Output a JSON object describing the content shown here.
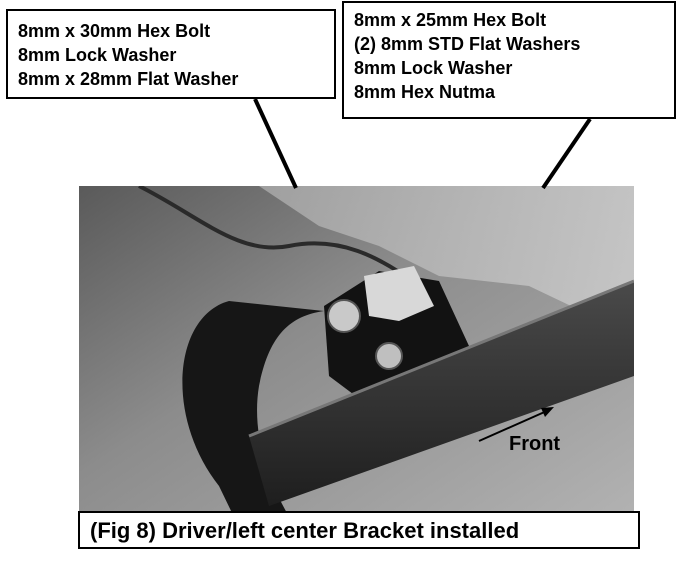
{
  "callouts": {
    "left": {
      "lines": [
        "8mm x 30mm Hex Bolt",
        "8mm Lock Washer",
        "8mm x 28mm  Flat Washer"
      ]
    },
    "right": {
      "lines": [
        "8mm x 25mm Hex Bolt",
        "(2) 8mm STD Flat Washers",
        "8mm Lock Washer",
        "8mm Hex Nutma"
      ]
    }
  },
  "photo": {
    "front_label": "Front"
  },
  "caption": "(Fig 8) Driver/left center Bracket installed",
  "colors": {
    "ink": "#000000",
    "paper": "#ffffff"
  }
}
